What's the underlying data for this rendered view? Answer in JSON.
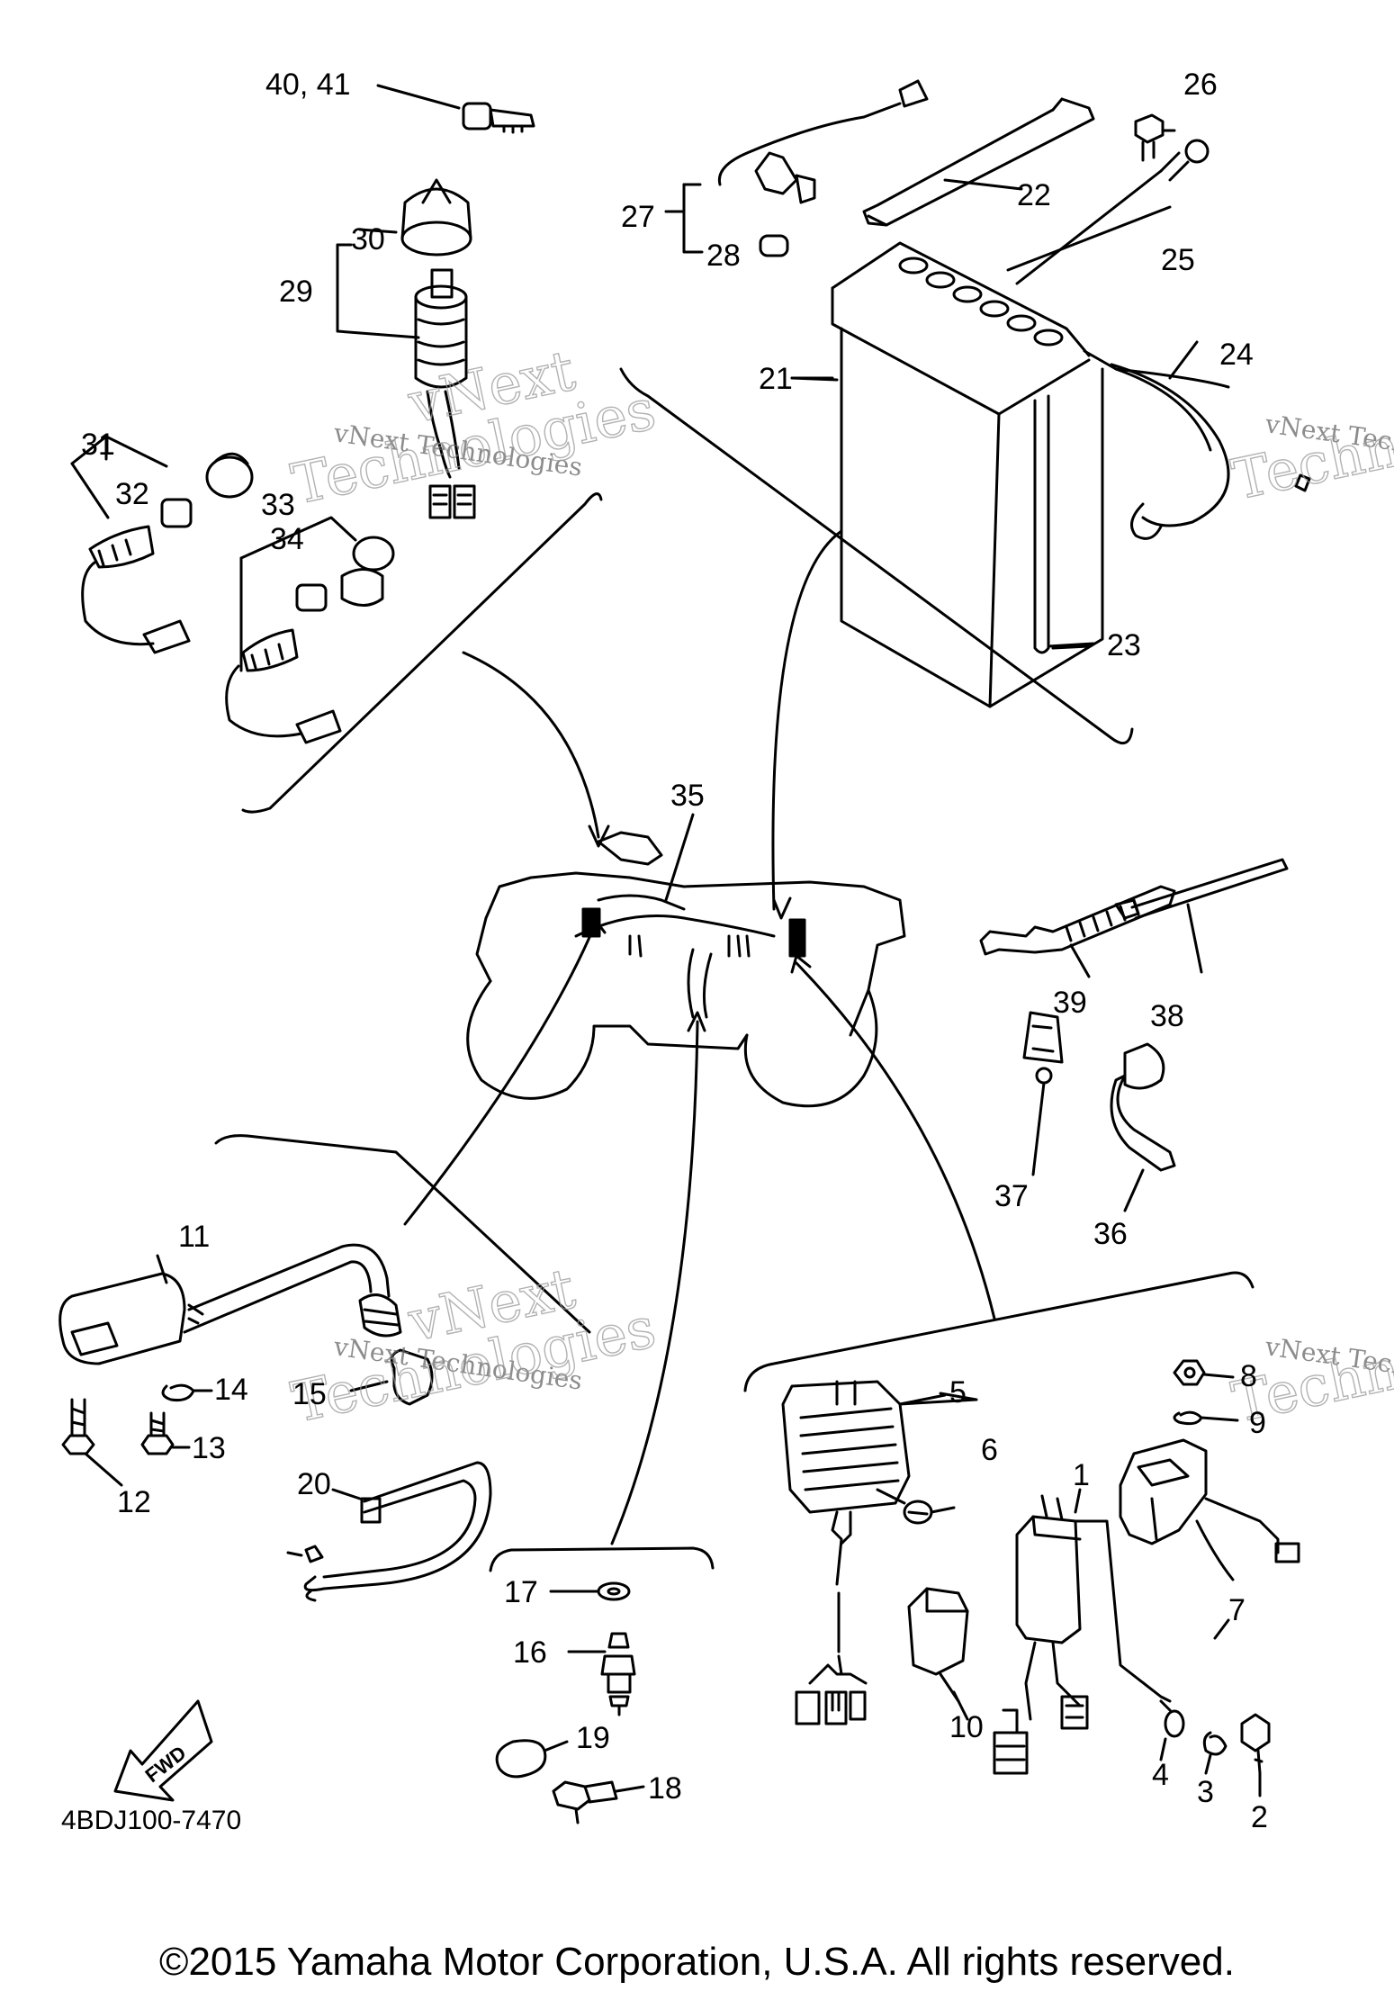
{
  "diagram": {
    "callouts": [
      {
        "id": "c40",
        "label": "40, 41"
      },
      {
        "id": "c30",
        "label": "30"
      },
      {
        "id": "c29",
        "label": "29"
      },
      {
        "id": "c31",
        "label": "31"
      },
      {
        "id": "c32",
        "label": "32"
      },
      {
        "id": "c33",
        "label": "33"
      },
      {
        "id": "c34",
        "label": "34"
      },
      {
        "id": "c27",
        "label": "27"
      },
      {
        "id": "c28",
        "label": "28"
      },
      {
        "id": "c22",
        "label": "22"
      },
      {
        "id": "c26",
        "label": "26"
      },
      {
        "id": "c25",
        "label": "25"
      },
      {
        "id": "c21",
        "label": "21"
      },
      {
        "id": "c24",
        "label": "24"
      },
      {
        "id": "c23",
        "label": "23"
      },
      {
        "id": "c35",
        "label": "35"
      },
      {
        "id": "c39",
        "label": "39"
      },
      {
        "id": "c38",
        "label": "38"
      },
      {
        "id": "c37",
        "label": "37"
      },
      {
        "id": "c36",
        "label": "36"
      },
      {
        "id": "c11",
        "label": "11"
      },
      {
        "id": "c14",
        "label": "14"
      },
      {
        "id": "c13",
        "label": "13"
      },
      {
        "id": "c12",
        "label": "12"
      },
      {
        "id": "c15",
        "label": "15"
      },
      {
        "id": "c20",
        "label": "20"
      },
      {
        "id": "c17",
        "label": "17"
      },
      {
        "id": "c16",
        "label": "16"
      },
      {
        "id": "c19",
        "label": "19"
      },
      {
        "id": "c18",
        "label": "18"
      },
      {
        "id": "c5",
        "label": "5"
      },
      {
        "id": "c6",
        "label": "6"
      },
      {
        "id": "c8",
        "label": "8"
      },
      {
        "id": "c9",
        "label": "9"
      },
      {
        "id": "c1",
        "label": "1"
      },
      {
        "id": "c7",
        "label": "7"
      },
      {
        "id": "c10",
        "label": "10"
      },
      {
        "id": "c4",
        "label": "4"
      },
      {
        "id": "c3",
        "label": "3"
      },
      {
        "id": "c2",
        "label": "2"
      }
    ],
    "fwd_label": "FWD",
    "part_code": "4BDJ100-7470",
    "watermark": {
      "line1": "vNext Technologies",
      "big1": "vNext",
      "big2": "Technologies"
    },
    "copyright": "©2015 Yamaha Motor Corporation, U.S.A. All rights reserved."
  }
}
